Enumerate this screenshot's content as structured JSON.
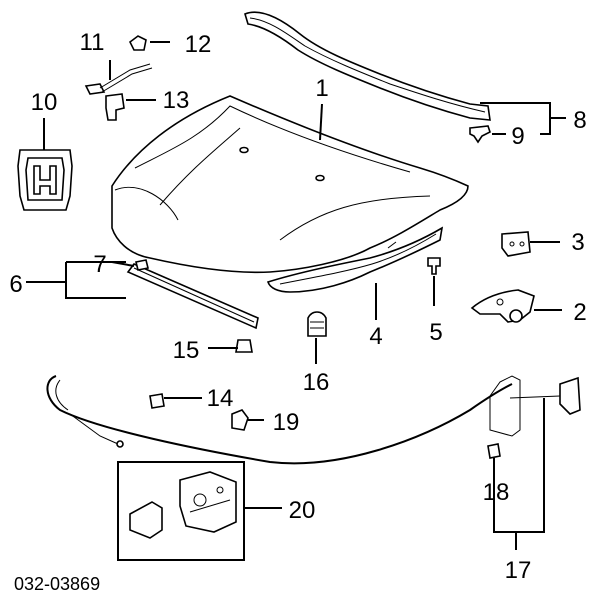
{
  "diagram": {
    "callouts": {
      "c1": "1",
      "c2": "2",
      "c3": "3",
      "c4": "4",
      "c5": "5",
      "c6": "6",
      "c7": "7",
      "c8": "8",
      "c9": "9",
      "c10": "10",
      "c11": "11",
      "c12": "12",
      "c13": "13",
      "c14": "14",
      "c15": "15",
      "c16": "16",
      "c17": "17",
      "c18": "18",
      "c19": "19",
      "c20": "20"
    },
    "catalog_code": "032-03869"
  }
}
